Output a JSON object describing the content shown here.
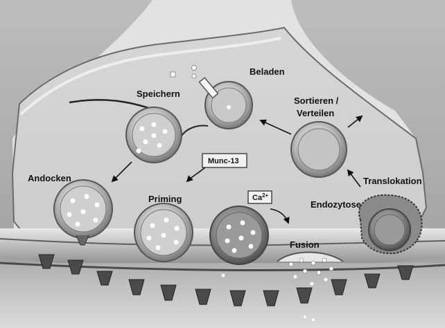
{
  "labels": {
    "beladen": "Beladen",
    "speichern": "Speichern",
    "sortieren_line1": "Sortieren /",
    "sortieren_line2": "Verteilen",
    "andocken": "Andocken",
    "munc13": "Munc-13",
    "priming": "Priming",
    "calcium_base": "Ca",
    "calcium_charge": "2+",
    "endozytose": "Endozytose",
    "translokation": "Translokation",
    "fusion": "Fusion"
  }
}
